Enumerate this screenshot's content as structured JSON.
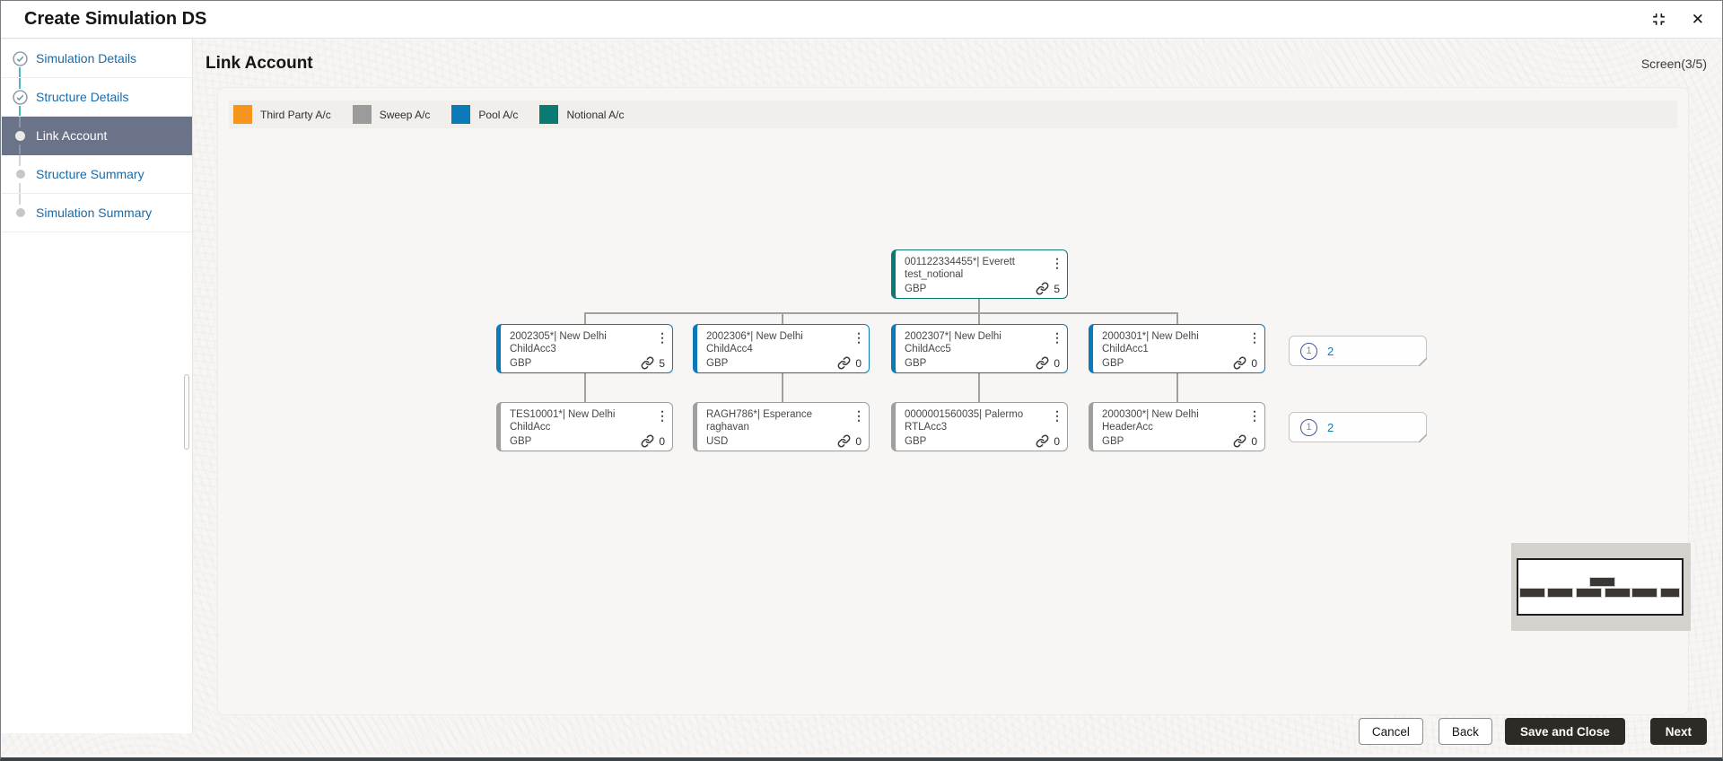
{
  "window": {
    "title": "Create Simulation DS",
    "close_glyph": "✕"
  },
  "icons": {
    "kebab": "⋮"
  },
  "sidebar": {
    "items": [
      {
        "label": "Simulation Details",
        "state": "completed"
      },
      {
        "label": "Structure Details",
        "state": "completed"
      },
      {
        "label": "Link Account",
        "state": "active"
      },
      {
        "label": "Structure Summary",
        "state": "pending"
      },
      {
        "label": "Simulation Summary",
        "state": "pending"
      }
    ]
  },
  "main": {
    "title": "Link Account",
    "screen_indicator": "Screen(3/5)"
  },
  "legend": {
    "items": [
      {
        "label": "Third Party A/c",
        "color": "#F7941E"
      },
      {
        "label": "Sweep A/c",
        "color": "#9B9B9B"
      },
      {
        "label": "Pool A/c",
        "color": "#0B7AB8"
      },
      {
        "label": "Notional A/c",
        "color": "#0B7A72"
      }
    ]
  },
  "tree": {
    "root": {
      "title": "001122334455*| Everett test_notional",
      "currency": "GBP",
      "links": "5",
      "type": "notional"
    },
    "row2": [
      {
        "title": "2002305*| New Delhi ChildAcc3",
        "currency": "GBP",
        "links": "5",
        "type": "pool"
      },
      {
        "title": "2002306*| New Delhi ChildAcc4",
        "currency": "GBP",
        "links": "0",
        "type": "pool"
      },
      {
        "title": "2002307*| New Delhi ChildAcc5",
        "currency": "GBP",
        "links": "0",
        "type": "pool"
      },
      {
        "title": "2000301*| New Delhi ChildAcc1",
        "currency": "GBP",
        "links": "0",
        "type": "pool"
      }
    ],
    "row3": [
      {
        "title": "TES10001*| New Delhi ChildAcc",
        "currency": "GBP",
        "links": "0",
        "type": "sweep"
      },
      {
        "title": "RAGH786*| Esperance raghavan",
        "currency": "USD",
        "links": "0",
        "type": "sweep"
      },
      {
        "title": "0000001560035| Palermo RTLAcc3",
        "currency": "GBP",
        "links": "0",
        "type": "sweep"
      },
      {
        "title": "2000300*| New Delhi HeaderAcc",
        "currency": "GBP",
        "links": "0",
        "type": "sweep"
      }
    ],
    "badges": [
      {
        "index": "1",
        "count": "2"
      },
      {
        "index": "1",
        "count": "2"
      }
    ]
  },
  "footer": {
    "buttons": [
      {
        "label": "Cancel",
        "style": "outline"
      },
      {
        "label": "Back",
        "style": "outline"
      },
      {
        "label": "Save and Close",
        "style": "solid"
      },
      {
        "label": "Next",
        "style": "solid"
      }
    ]
  }
}
